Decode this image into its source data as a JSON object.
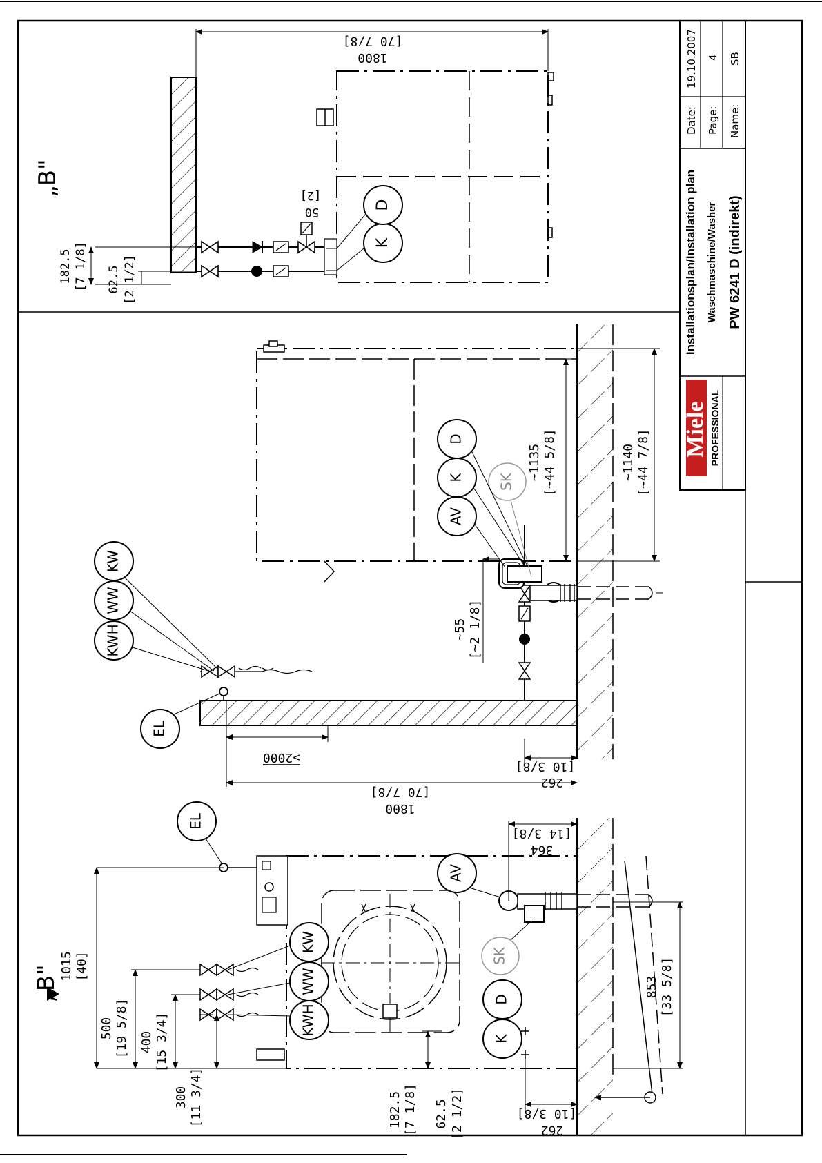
{
  "title_block": {
    "logo_text": "Miele",
    "logo_sub": "PROFESSIONAL",
    "line1": "Installationsplan/Installation plan",
    "line2": "Waschmaschine/Washer",
    "line3": "PW 6241 D (indirekt)",
    "date_label": "Date:",
    "date_value": "19.10.2007",
    "page_label": "Page:",
    "page_value": "4",
    "name_label": "Name:",
    "name_value": "SB"
  },
  "connections": {
    "kw": "KW",
    "ww": "WW",
    "kwh": "KWH",
    "el": "EL",
    "av": "AV",
    "k": "K",
    "d": "D",
    "sk": "SK"
  },
  "view_marker": "„B\"",
  "front_view": {
    "dim_1015": "1015",
    "dim_1015_in": "[40]",
    "dim_500": "500",
    "dim_500_in": "[19 5/8]",
    "dim_400": "400",
    "dim_400_in": "[15 3/4]",
    "dim_300": "300",
    "dim_300_in": "[11 3/4]",
    "dim_182": "182.5",
    "dim_182_in": "[7 1/8]",
    "dim_62": "62.5",
    "dim_62_in": "[2 1/2]",
    "dim_262": "262",
    "dim_262_in": "[10 3/8]",
    "dim_364": "364",
    "dim_364_in": "[14 3/8]",
    "dim_853": "853",
    "dim_853_in": "[33 5/8]"
  },
  "side_view": {
    "dim_1800": "1800",
    "dim_1800_in": "[70 7/8]",
    "dim_2000": ">2000",
    "dim_262": "262",
    "dim_262_in": "[10 3/8]",
    "dim_55": "~55",
    "dim_55_in": "[~2 1/8]",
    "dim_1135": "~1135",
    "dim_1135_in": "[~44 5/8]",
    "dim_1140": "~1140",
    "dim_1140_in": "[~44 7/8]"
  },
  "top_view": {
    "dim_1800": "1800",
    "dim_1800_in": "[70 7/8]",
    "dim_182": "182.5",
    "dim_182_in": "[7 1/8]",
    "dim_62": "62.5",
    "dim_62_in": "[2 1/2]",
    "dim_50": "50",
    "dim_50_in": "[2]"
  }
}
